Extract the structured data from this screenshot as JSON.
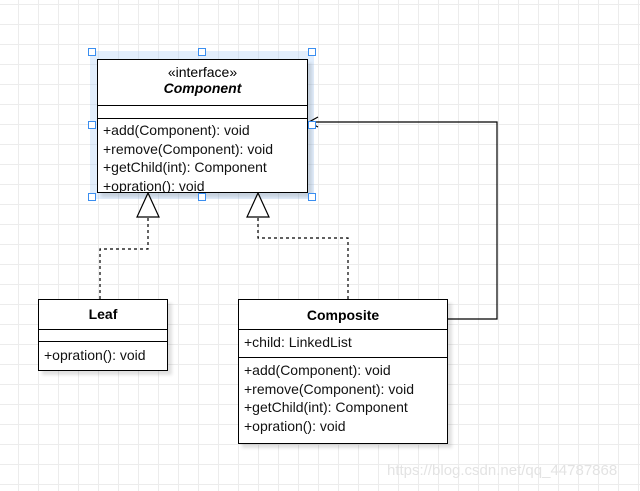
{
  "component": {
    "stereotype": "«interface»",
    "name": "Component",
    "operations": [
      "+add(Component): void",
      "+remove(Component): void",
      "+getChild(int): Component",
      "+opration(): void"
    ]
  },
  "leaf": {
    "name": "Leaf",
    "operations": [
      "+opration(): void"
    ]
  },
  "composite": {
    "name": "Composite",
    "attributes": [
      "+child: LinkedList"
    ],
    "operations": [
      "+add(Component): void",
      "+remove(Component): void",
      "+getChild(int): Component",
      "+opration(): void"
    ]
  },
  "watermark": "https://blog.csdn.net/qq_44787868",
  "colors": {
    "selection": "#3a8ef0",
    "line": "#000000"
  }
}
